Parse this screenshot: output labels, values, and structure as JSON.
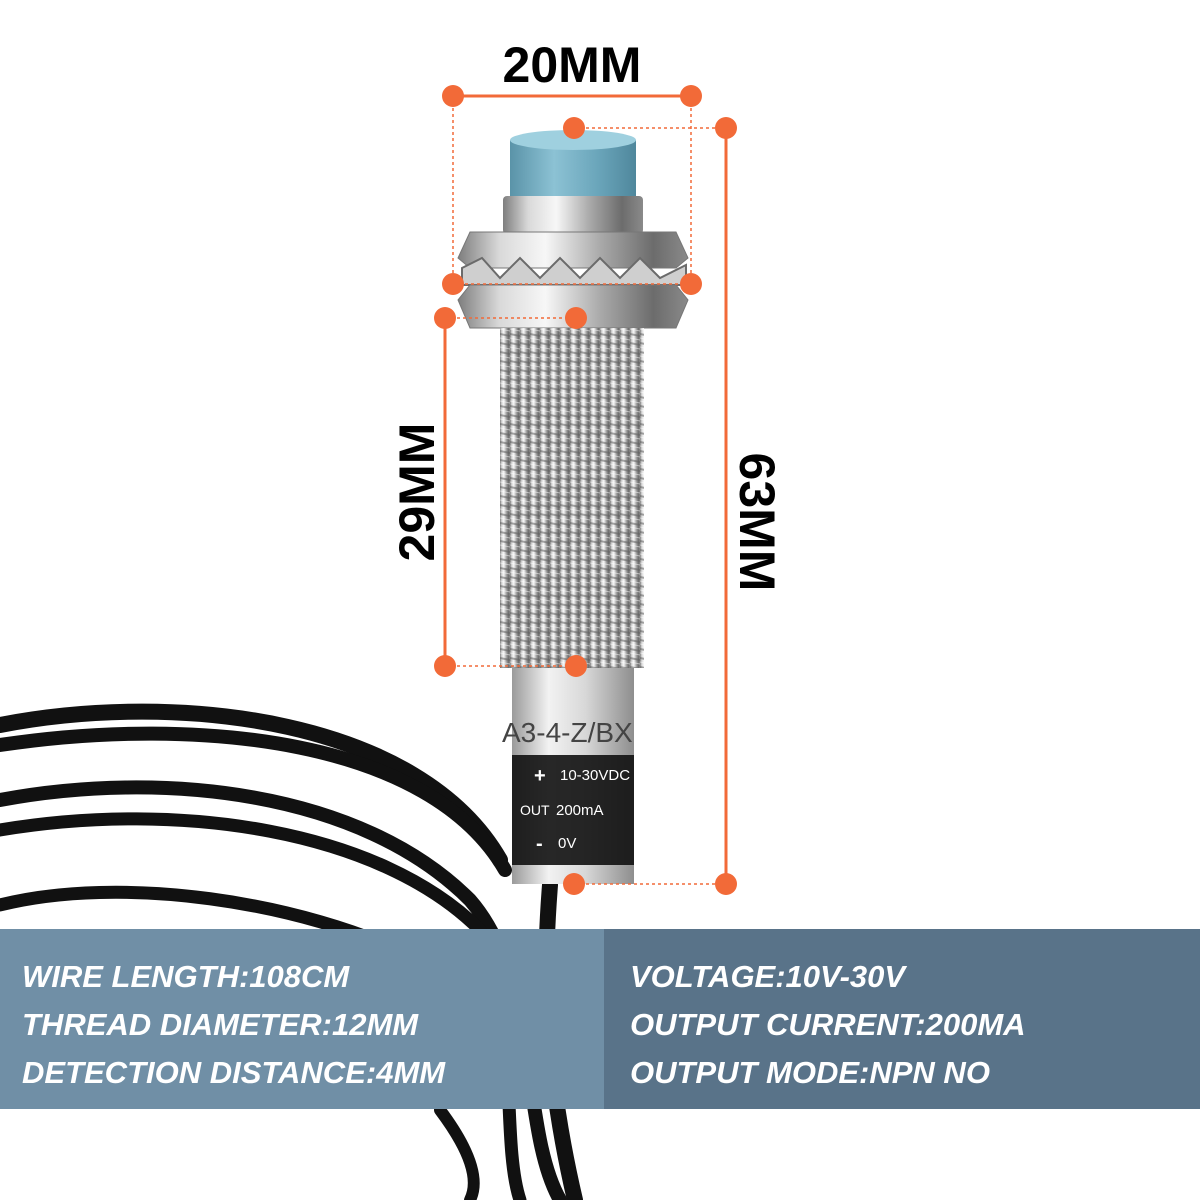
{
  "dimensions": {
    "width_label": "20MM",
    "thread_length_label": "29MM",
    "total_length_label": "63MM"
  },
  "sensor_print": {
    "model": "A3-4-Z/BX",
    "row1_sign": "+",
    "row1_value": "10-30VDC",
    "row2_sign": "OUT",
    "row2_value": "200mA",
    "row3_sign": "-",
    "row3_value": "0V"
  },
  "specs_left": [
    "WIRE LENGTH:108CM",
    "THREAD DIAMETER:12MM",
    "DETECTION DISTANCE:4MM"
  ],
  "specs_right": [
    "VOLTAGE:10V-30V",
    "OUTPUT CURRENT:200MA",
    "OUTPUT MODE:NPN  NO"
  ],
  "colors": {
    "marker": "#f26a38",
    "panel_left": "#708fa6",
    "panel_right": "#597389",
    "cap": "#6fa8bd",
    "cable": "#111111"
  }
}
